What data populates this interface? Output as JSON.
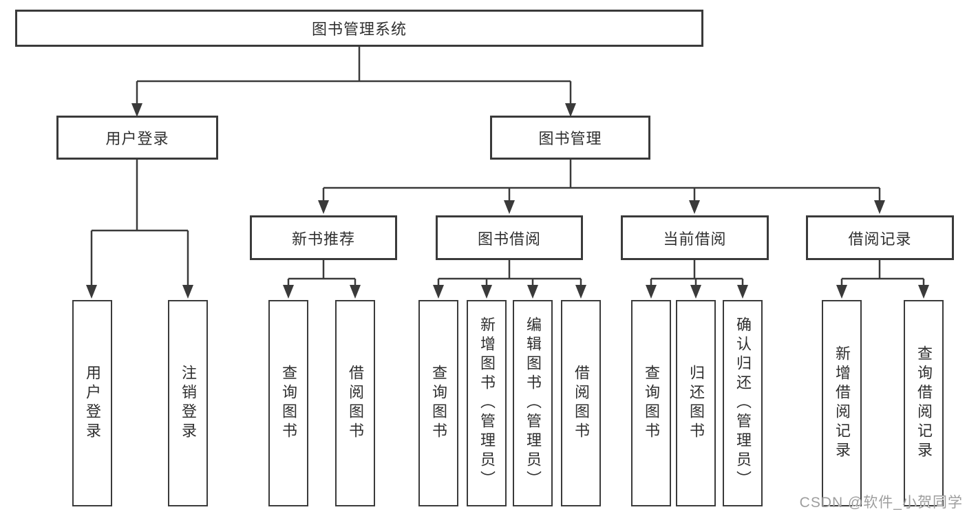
{
  "diagram": {
    "root": "图书管理系统",
    "level2": [
      "用户登录",
      "图书管理"
    ],
    "level3": [
      "新书推荐",
      "图书借阅",
      "当前借阅",
      "借阅记录"
    ],
    "leaves": {
      "user": [
        "用户登录",
        "注销登录"
      ],
      "new_book": [
        "查询图书",
        "借阅图书"
      ],
      "borrow": [
        "查询图书",
        "新增图书（管理员）",
        "编辑图书（管理员）",
        "借阅图书"
      ],
      "current": [
        "查询图书",
        "归还图书",
        "确认归还（管理员）"
      ],
      "records": [
        "新增借阅记录",
        "查询借阅记录"
      ]
    }
  },
  "watermark": "CSDN @软件_小贺同学",
  "colors": {
    "line": "#3a3a3a",
    "text": "#2f2f2f",
    "background": "#ffffff",
    "watermark": "#9e9e9e"
  }
}
